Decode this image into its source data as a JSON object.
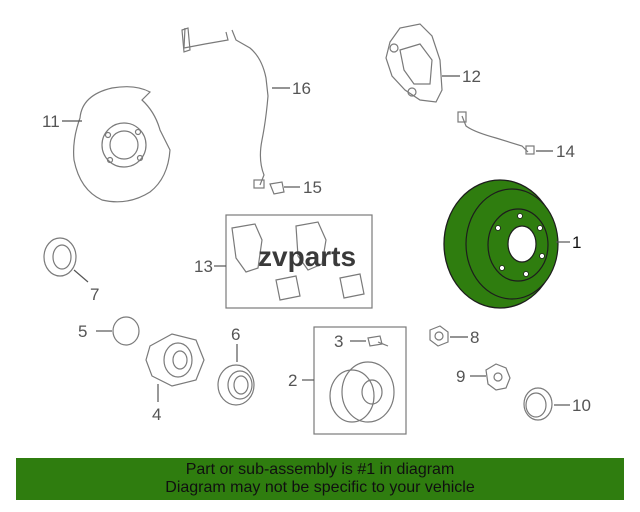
{
  "diagram": {
    "callouts": {
      "c1": "1",
      "c2": "2",
      "c3": "3",
      "c4": "4",
      "c5": "5",
      "c6": "6",
      "c7": "7",
      "c8": "8",
      "c9": "9",
      "c10": "10",
      "c11": "11",
      "c12": "12",
      "c13": "13",
      "c14": "14",
      "c15": "15",
      "c16": "16"
    },
    "highlighted_part": "1",
    "highlight_color": "#2f7d0f"
  },
  "watermark": {
    "text": "zvparts"
  },
  "banner": {
    "line1": "Part or sub-assembly is #1 in diagram",
    "line2": "Diagram may not be specific to your vehicle",
    "color": "#2f7d0f"
  }
}
